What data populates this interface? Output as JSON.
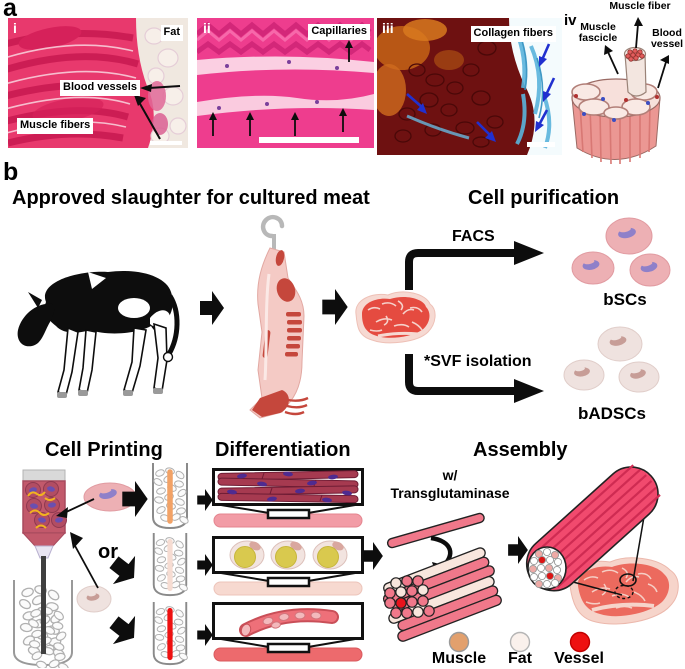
{
  "panel_a": {
    "label": "a",
    "i": {
      "tag": "i",
      "fat": "Fat",
      "blood_vessels": "Blood vessels",
      "muscle_fibers": "Muscle fibers"
    },
    "ii": {
      "tag": "ii",
      "capillaries": "Capillaries"
    },
    "iii": {
      "tag": "iii",
      "collagen_fibers": "Collagen fibers"
    },
    "iv": {
      "tag": "iv",
      "muscle_fiber": "Muscle fiber",
      "muscle_fascicle": "Muscle fascicle",
      "blood_vessel": "Blood vessel"
    }
  },
  "panel_b": {
    "label": "b",
    "headings": {
      "slaughter": "Approved slaughter for cultured meat",
      "purification": "Cell purification",
      "printing": "Cell Printing",
      "differentiation": "Differentiation",
      "assembly": "Assembly"
    },
    "purification": {
      "facs_label": "FACS",
      "bscs_label": "bSCs",
      "svf_label": "*SVF isolation",
      "badscs_label": "bADSCs"
    },
    "printing": {
      "or_label": "or",
      "line_colors": {
        "muscle": "#f2a266",
        "fat": "#f6dcd2",
        "vessel": "#ee1111"
      }
    },
    "assembly": {
      "tg_prefix": "w/",
      "tg_name": "Transglutaminase"
    },
    "legend": {
      "items": [
        {
          "label": "Muscle",
          "color": "#e2a06d"
        },
        {
          "label": "Fat",
          "color": "#faf1ec"
        },
        {
          "label": "Vessel",
          "color": "#ee1111"
        }
      ]
    }
  }
}
